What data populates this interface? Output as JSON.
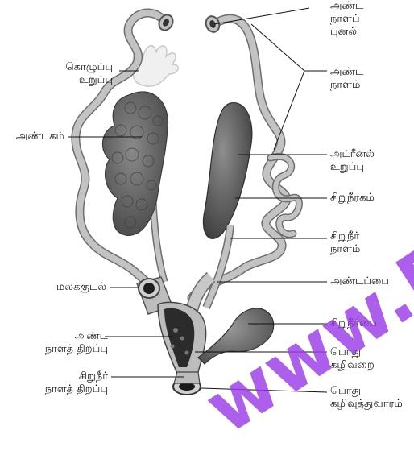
{
  "labels": {
    "andan_tube": "அண்ட\nநாளப்\nபுனல்",
    "fat_body": "கொழுப்பு\nஉறுப்பு",
    "oviduct": "அண்ட\nநாளம்",
    "ovary": "அண்டகம்",
    "adrenal": "அட்ரீனல்\nஉறுப்பு",
    "kidney": "சிறுநீரகம்",
    "ureter": "சிறுநீர்\nநாளம்",
    "ovisac": "அண்டப்பை",
    "rectum": "மலக்குடல்",
    "bladder": "சிறுநீர்பை",
    "oviduct_opening": "அண்ட\nநாளத் திறப்பு",
    "cloaca": "பொது\nகழிவறை",
    "ureter_opening": "சிறுநீர்\nநாளத் திறப்பு",
    "cloacal_aperture": "பொது\nகழிவுத்துவாரம்"
  },
  "watermark": "www.Pada",
  "colors": {
    "organ": "#555555",
    "duct": "#bdbdbd",
    "duct_outline": "#6e6e6e",
    "fat": "#efefef",
    "watermark": "#9b3ce6"
  }
}
